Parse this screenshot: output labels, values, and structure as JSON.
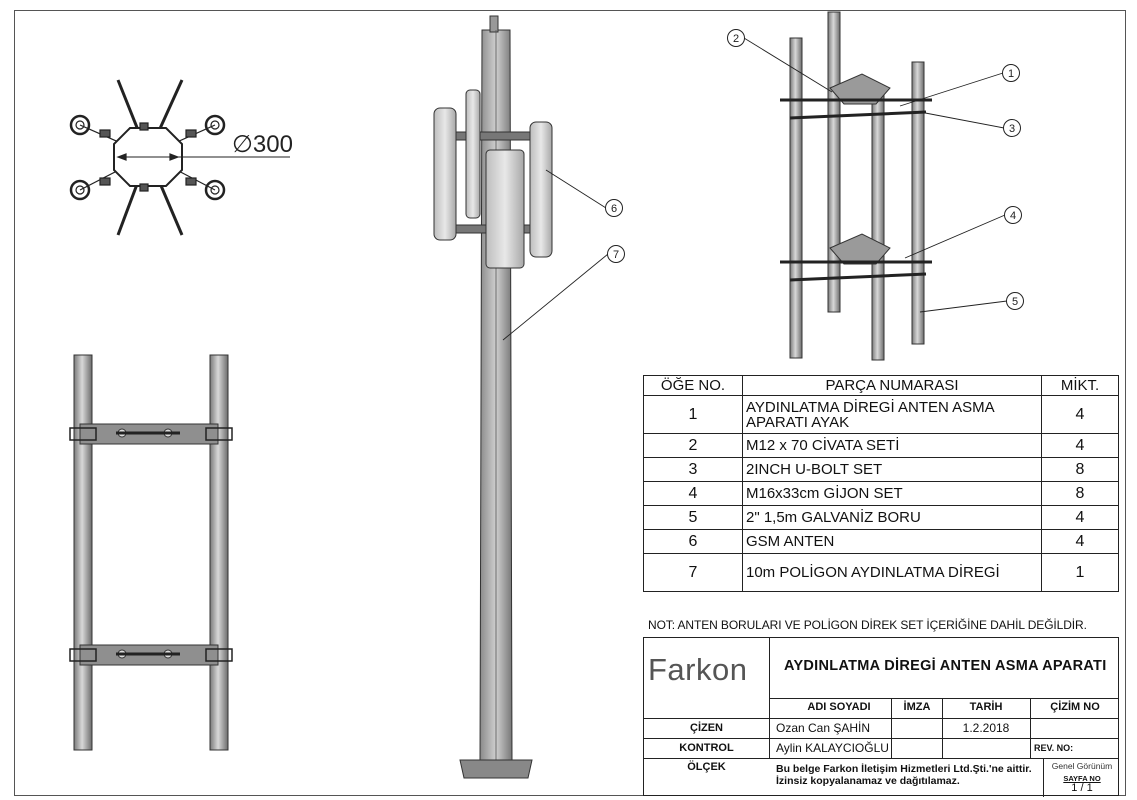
{
  "callouts": [
    "1",
    "2",
    "3",
    "4",
    "5",
    "6",
    "7"
  ],
  "dimension": "∅300",
  "bom": {
    "headers": {
      "item": "ÖĞE NO.",
      "part": "PARÇA NUMARASI",
      "qty": "MİKT."
    },
    "rows": [
      {
        "no": "1",
        "desc": "AYDINLATMA DİREGİ ANTEN ASMA APARATI AYAK",
        "qty": "4"
      },
      {
        "no": "2",
        "desc": "M12 x 70 CİVATA SETİ",
        "qty": "4"
      },
      {
        "no": "3",
        "desc": "2INCH U-BOLT SET",
        "qty": "8"
      },
      {
        "no": "4",
        "desc": "M16x33cm GİJON SET",
        "qty": "8"
      },
      {
        "no": "5",
        "desc": "2\" 1,5m GALVANİZ BORU",
        "qty": "4"
      },
      {
        "no": "6",
        "desc": "GSM ANTEN",
        "qty": "4"
      },
      {
        "no": "7",
        "desc": "10m POLİGON AYDINLATMA DİREGİ",
        "qty": "1"
      }
    ]
  },
  "note": "NOT: ANTEN BORULARI VE POLİGON DİREK SET İÇERİĞİNE DAHİL DEĞİLDİR.",
  "title_block": {
    "logo_text": "Farkon",
    "title": "AYDINLATMA DİREGİ ANTEN ASMA APARATI",
    "col_name": "ADI SOYADI",
    "col_sign": "İMZA",
    "col_date": "TARİH",
    "col_drawing_no": "ÇİZİM NO",
    "row_drawn": "ÇİZEN",
    "row_check": "KONTROL",
    "row_scale": "ÖLÇEK",
    "drawn_by": "Ozan Can ŞAHİN",
    "checked_by": "Aylin KALAYCIOĞLU",
    "date": "1.2.2018",
    "rev_label": "REV. NO:",
    "view_name": "Genel Görünüm",
    "sheet_label": "SAYFA NO",
    "sheet_value": "1 / 1",
    "copyright": "Bu belge Farkon İletişim Hizmetleri Ltd.Şti.'ne aittir. İzinsiz kopyalanamaz ve dağıtılamaz."
  }
}
